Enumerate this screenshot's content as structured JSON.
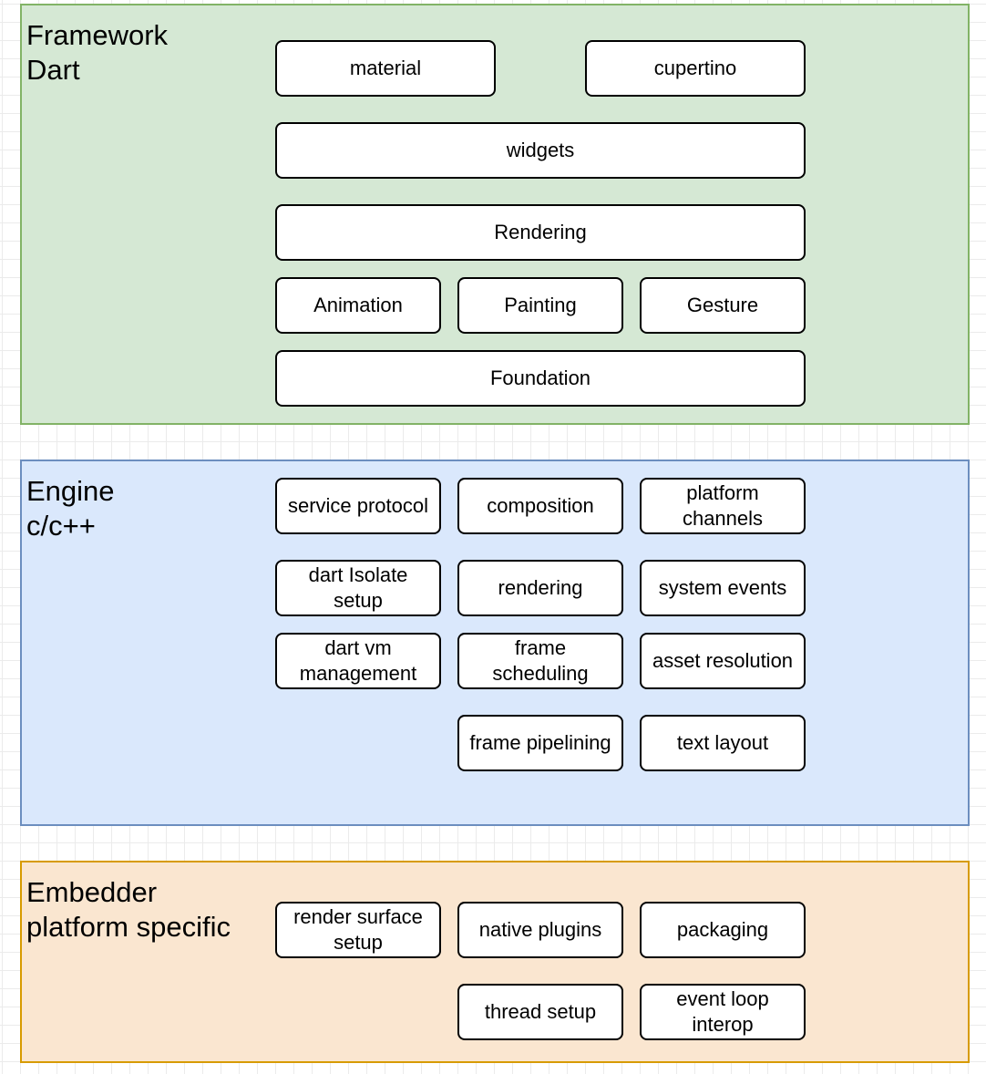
{
  "layers": {
    "framework": {
      "title_line1": "Framework",
      "title_line2": "Dart",
      "fill": "#d5e8d4",
      "stroke": "#82b366",
      "boxes": {
        "material": "material",
        "cupertino": "cupertino",
        "widgets": "widgets",
        "rendering": "Rendering",
        "animation": "Animation",
        "painting": "Painting",
        "gesture": "Gesture",
        "foundation": "Foundation"
      }
    },
    "engine": {
      "title_line1": "Engine",
      "title_line2": "c/c++",
      "fill": "#dae8fc",
      "stroke": "#6c8ebf",
      "boxes": {
        "service_protocol": "service protocol",
        "composition": "composition",
        "platform_channels": "platform\nchannels",
        "dart_isolate_setup": "dart Isolate\nsetup",
        "rendering": "rendering",
        "system_events": "system events",
        "dart_vm_management": "dart vm\nmanagement",
        "frame_scheduling": "frame\nscheduling",
        "asset_resolution": "asset resolution",
        "frame_pipelining": "frame pipelining",
        "text_layout": "text layout"
      }
    },
    "embedder": {
      "title_line1": "Embedder",
      "title_line2": "platform specific",
      "fill": "#fae6d0",
      "stroke": "#d79b00",
      "boxes": {
        "render_surface_setup": "render surface\nsetup",
        "native_plugins": "native plugins",
        "packaging": "packaging",
        "thread_setup": "thread setup",
        "event_loop_interop": "event loop\ninterop"
      }
    }
  }
}
